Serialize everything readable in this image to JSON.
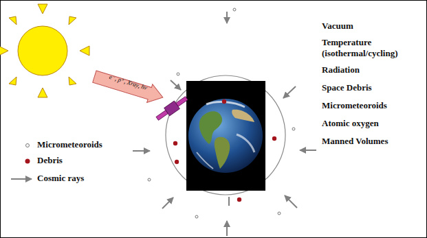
{
  "diagram": {
    "labels": [
      "e⁻, p⁺, Xray, hν",
      "Vacuum",
      "Temperature (isothermal/cycling)",
      "Radiation",
      "Space Debris",
      "Micrometeoroids",
      "Atomic oxygen",
      "Manned Volumes"
    ],
    "legend": [
      {
        "text": "Micrometeoroids"
      },
      {
        "text": "Debris",
        "color": "#a3141c"
      },
      {
        "text": "Cosmic rays"
      }
    ]
  }
}
